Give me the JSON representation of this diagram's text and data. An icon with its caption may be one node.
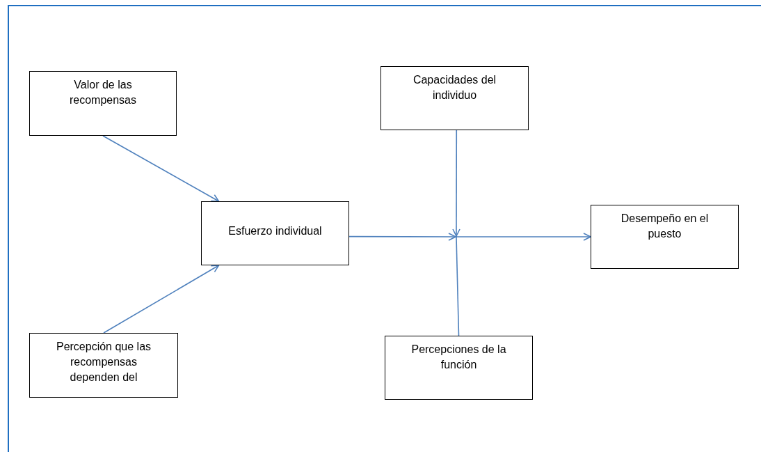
{
  "diagram": {
    "nodes": [
      {
        "text": [
          "Valor de las recompensas"
        ]
      },
      {
        "text": [
          "Capacidades del individuo"
        ]
      },
      {
        "text": [
          "Esfuerzo individual"
        ]
      },
      {
        "text": [],
        "shape": "point"
      },
      {
        "text": [
          "Desempeño en el puesto"
        ]
      },
      {
        "text": [
          "Percepción que las recompensas dependen del"
        ]
      },
      {
        "text": [
          "Percepciones de la función"
        ]
      }
    ],
    "edges": [
      {
        "from": 0,
        "to": 2,
        "arrow": "to"
      },
      {
        "from": 5,
        "to": 2,
        "arrow": "to"
      },
      {
        "from": 2,
        "to": 3,
        "arrow": "to"
      },
      {
        "from": 1,
        "to": 3,
        "arrow": "to"
      },
      {
        "from": 6,
        "to": 3,
        "arrow": "none"
      },
      {
        "from": 3,
        "to": 4,
        "arrow": "to"
      }
    ]
  }
}
